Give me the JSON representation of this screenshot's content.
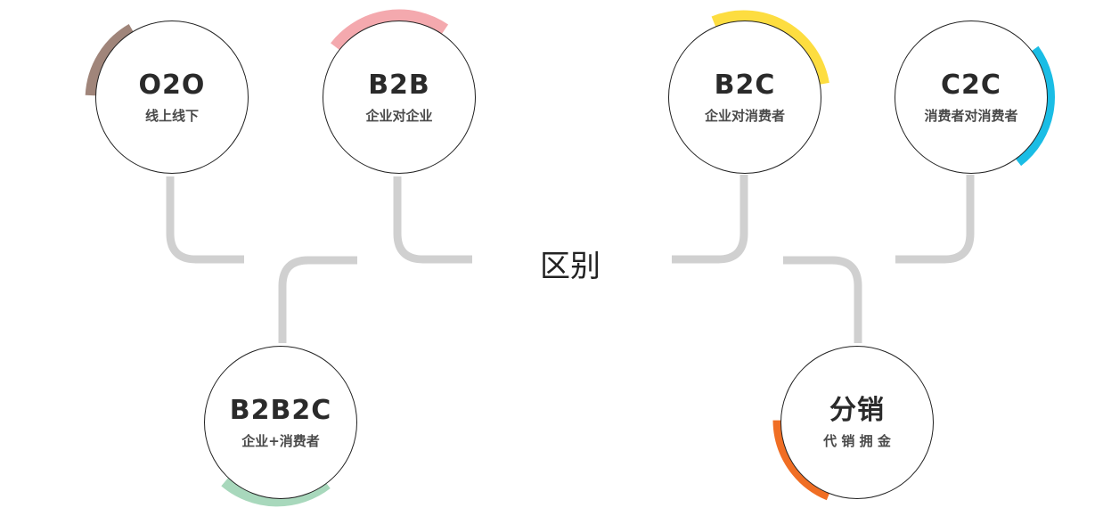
{
  "center": {
    "label": "区别"
  },
  "nodes": {
    "o2o": {
      "title": "O2O",
      "subtitle": "线上线下",
      "accent": "#A0857A"
    },
    "b2b": {
      "title": "B2B",
      "subtitle": "企业对企业",
      "accent": "#F4A9AE"
    },
    "b2c": {
      "title": "B2C",
      "subtitle": "企业对消费者",
      "accent": "#FDDD40"
    },
    "c2c": {
      "title": "C2C",
      "subtitle": "消费者对消费者",
      "accent": "#1ABDE5"
    },
    "b2b2c": {
      "title": "B2B2C",
      "subtitle": "企业+消费者",
      "accent": "#A8D8BC"
    },
    "fenxiao": {
      "title": "分销",
      "subtitle": "代 销 拥 金",
      "accent": "#F06E24"
    }
  },
  "connector_color": "#D0D0D0"
}
